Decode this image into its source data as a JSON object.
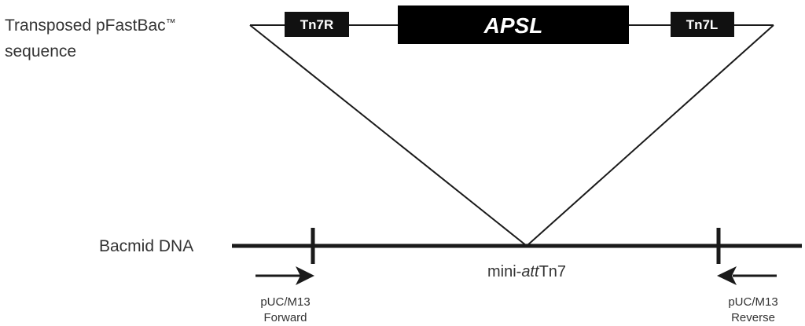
{
  "transposed_label_line1": "Transposed pFastBac",
  "transposed_label_tm": "™",
  "transposed_label_line2": "sequence",
  "elements": {
    "tn7r": "Tn7R",
    "gene": "APSL",
    "tn7l": "Tn7L"
  },
  "bacmid_label": "Bacmid DNA",
  "site_label_prefix": "mini-",
  "site_label_italic": "att",
  "site_label_suffix": "Tn7",
  "forward_primer": {
    "line1": "pUC/M13",
    "line2": "Forward"
  },
  "reverse_primer": {
    "line1": "pUC/M13",
    "line2": "Reverse"
  },
  "colors": {
    "line": "#1a1a1a",
    "box": "#111111",
    "text": "#333333"
  }
}
